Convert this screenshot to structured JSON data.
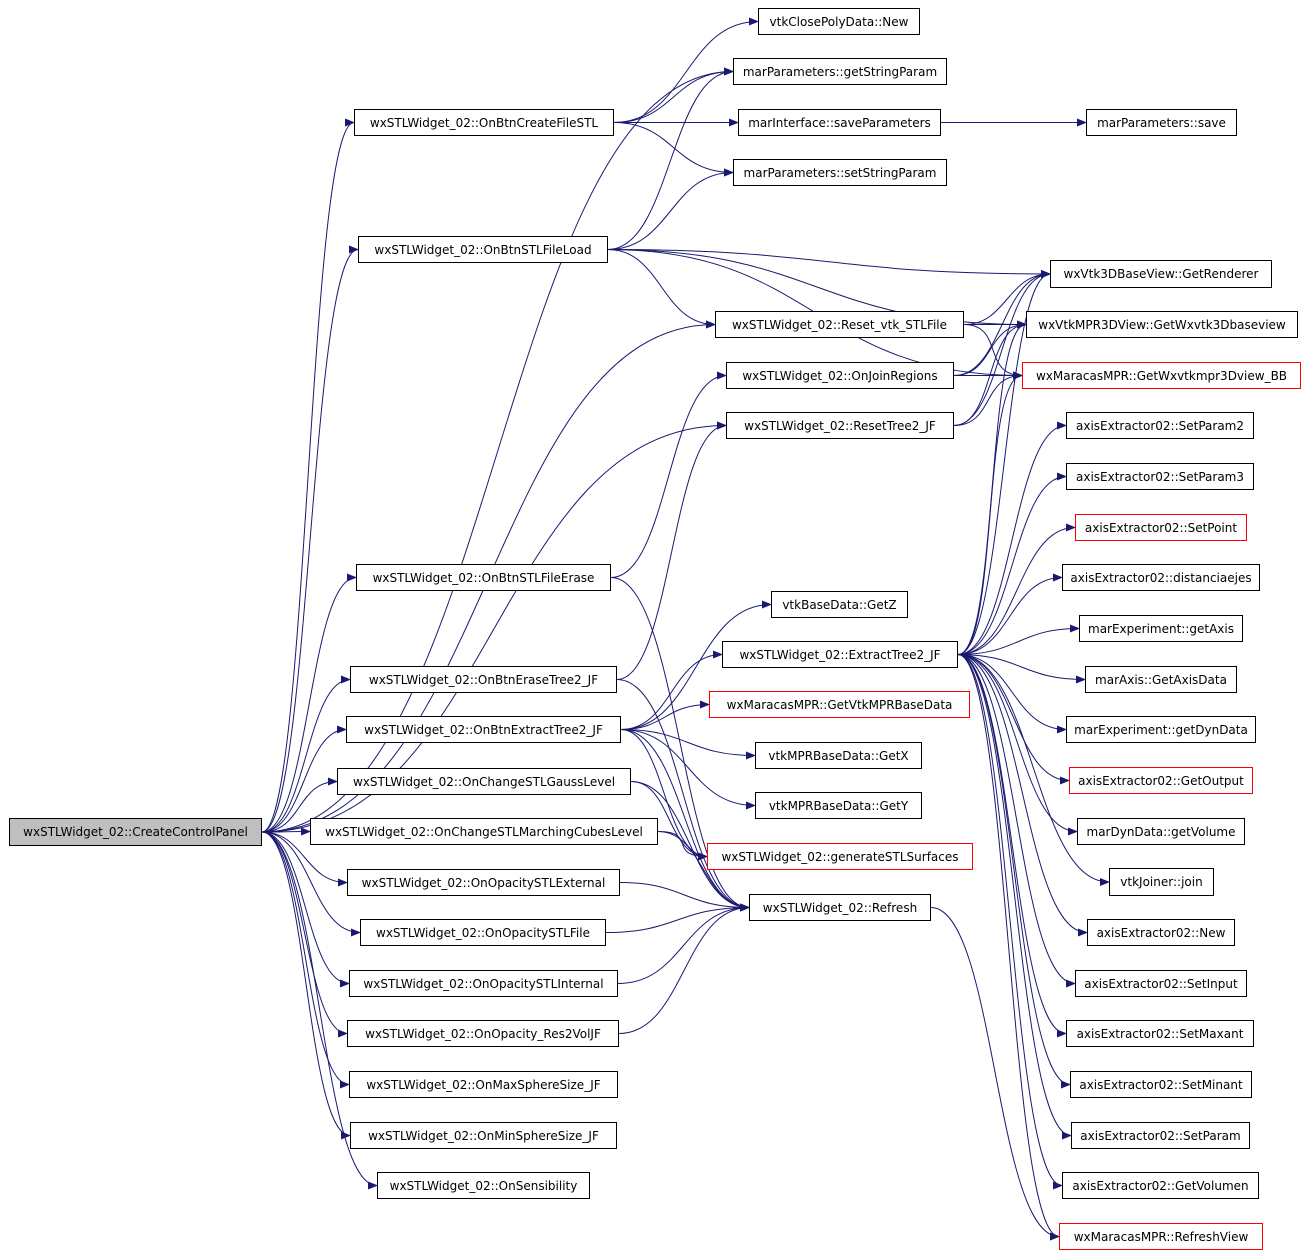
{
  "colors": {
    "edge": "#191970",
    "root_fill": "#bfbfbf",
    "truncated_border": "#ff0000",
    "node_border": "#000000"
  },
  "nodes": {
    "root": "wxSTLWidget_02::CreateControlPanel",
    "createfile": "wxSTLWidget_02::OnBtnCreateFileSTL",
    "stlload": "wxSTLWidget_02::OnBtnSTLFileLoad",
    "stlerase": "wxSTLWidget_02::OnBtnSTLFileErase",
    "erasetree": "wxSTLWidget_02::OnBtnEraseTree2_JF",
    "extracttreebtn": "wxSTLWidget_02::OnBtnExtractTree2_JF",
    "gausslevel": "wxSTLWidget_02::OnChangeSTLGaussLevel",
    "marchingcubes": "wxSTLWidget_02::OnChangeSTLMarchingCubesLevel",
    "opexternal": "wxSTLWidget_02::OnOpacitySTLExternal",
    "opfile": "wxSTLWidget_02::OnOpacitySTLFile",
    "opinternal": "wxSTLWidget_02::OnOpacitySTLInternal",
    "opres2vol": "wxSTLWidget_02::OnOpacity_Res2VolJF",
    "maxsphere": "wxSTLWidget_02::OnMaxSphereSize_JF",
    "minsphere": "wxSTLWidget_02::OnMinSphereSize_JF",
    "sensibility": "wxSTLWidget_02::OnSensibility",
    "closepoly": "vtkClosePolyData::New",
    "getstringparam": "marParameters::getStringParam",
    "saveparams": "marInterface::saveParameters",
    "setstringparam": "marParameters::setStringParam",
    "resetvtk": "wxSTLWidget_02::Reset_vtk_STLFile",
    "joinregions": "wxSTLWidget_02::OnJoinRegions",
    "resettree": "wxSTLWidget_02::ResetTree2_JF",
    "getz": "vtkBaseData::GetZ",
    "extracttree": "wxSTLWidget_02::ExtractTree2_JF",
    "getvtkmpr": "wxMaracasMPR::GetVtkMPRBaseData",
    "getx": "vtkMPRBaseData::GetX",
    "gety": "vtkMPRBaseData::GetY",
    "gensurfaces": "wxSTLWidget_02::generateSTLSurfaces",
    "refresh": "wxSTLWidget_02::Refresh",
    "paramsave": "marParameters::save",
    "getrenderer": "wxVtk3DBaseView::GetRenderer",
    "getwxvtk3d": "wxVtkMPR3DView::GetWxvtk3Dbaseview",
    "getwxvtkmpr": "wxMaracasMPR::GetWxvtkmpr3Dview_BB",
    "setparam2": "axisExtractor02::SetParam2",
    "setparam3": "axisExtractor02::SetParam3",
    "setpoint": "axisExtractor02::SetPoint",
    "distancia": "axisExtractor02::distanciaejes",
    "getaxis": "marExperiment::getAxis",
    "getaxisdata": "marAxis::GetAxisData",
    "getdyndata": "marExperiment::getDynData",
    "getoutput": "axisExtractor02::GetOutput",
    "getvolume": "marDynData::getVolume",
    "join": "vtkJoiner::join",
    "axnew": "axisExtractor02::New",
    "setinput": "axisExtractor02::SetInput",
    "setmaxant": "axisExtractor02::SetMaxant",
    "setminant": "axisExtractor02::SetMinant",
    "setparam": "axisExtractor02::SetParam",
    "getvolumen": "axisExtractor02::GetVolumen",
    "refreshview": "wxMaracasMPR::RefreshView"
  },
  "edges": [
    [
      "root",
      "createfile"
    ],
    [
      "root",
      "stlload"
    ],
    [
      "root",
      "stlerase"
    ],
    [
      "root",
      "erasetree"
    ],
    [
      "root",
      "extracttreebtn"
    ],
    [
      "root",
      "gausslevel"
    ],
    [
      "root",
      "marchingcubes"
    ],
    [
      "root",
      "opexternal"
    ],
    [
      "root",
      "opfile"
    ],
    [
      "root",
      "opinternal"
    ],
    [
      "root",
      "opres2vol"
    ],
    [
      "root",
      "maxsphere"
    ],
    [
      "root",
      "minsphere"
    ],
    [
      "root",
      "sensibility"
    ],
    [
      "root",
      "getstringparam"
    ],
    [
      "root",
      "resetvtk"
    ],
    [
      "root",
      "resettree"
    ],
    [
      "createfile",
      "closepoly"
    ],
    [
      "createfile",
      "getstringparam"
    ],
    [
      "createfile",
      "saveparams"
    ],
    [
      "createfile",
      "setstringparam"
    ],
    [
      "stlload",
      "getstringparam"
    ],
    [
      "stlload",
      "setstringparam"
    ],
    [
      "stlload",
      "resetvtk"
    ],
    [
      "stlload",
      "getrenderer"
    ],
    [
      "stlload",
      "getwxvtk3d"
    ],
    [
      "stlload",
      "getwxvtkmpr"
    ],
    [
      "saveparams",
      "paramsave"
    ],
    [
      "stlerase",
      "joinregions"
    ],
    [
      "stlerase",
      "refresh"
    ],
    [
      "erasetree",
      "resettree"
    ],
    [
      "erasetree",
      "refresh"
    ],
    [
      "extracttreebtn",
      "getz"
    ],
    [
      "extracttreebtn",
      "extracttree"
    ],
    [
      "extracttreebtn",
      "getvtkmpr"
    ],
    [
      "extracttreebtn",
      "getx"
    ],
    [
      "extracttreebtn",
      "gety"
    ],
    [
      "extracttreebtn",
      "gensurfaces"
    ],
    [
      "extracttreebtn",
      "refresh"
    ],
    [
      "gausslevel",
      "gensurfaces"
    ],
    [
      "gausslevel",
      "refresh"
    ],
    [
      "marchingcubes",
      "gensurfaces"
    ],
    [
      "marchingcubes",
      "refresh"
    ],
    [
      "opexternal",
      "refresh"
    ],
    [
      "opfile",
      "refresh"
    ],
    [
      "opinternal",
      "refresh"
    ],
    [
      "opres2vol",
      "refresh"
    ],
    [
      "resetvtk",
      "getrenderer"
    ],
    [
      "resetvtk",
      "getwxvtk3d"
    ],
    [
      "resetvtk",
      "getwxvtkmpr"
    ],
    [
      "joinregions",
      "getrenderer"
    ],
    [
      "joinregions",
      "getwxvtk3d"
    ],
    [
      "joinregions",
      "getwxvtkmpr"
    ],
    [
      "resettree",
      "getrenderer"
    ],
    [
      "resettree",
      "getwxvtk3d"
    ],
    [
      "resettree",
      "getwxvtkmpr"
    ],
    [
      "extracttree",
      "getrenderer"
    ],
    [
      "extracttree",
      "getwxvtk3d"
    ],
    [
      "extracttree",
      "getwxvtkmpr"
    ],
    [
      "extracttree",
      "setparam2"
    ],
    [
      "extracttree",
      "setparam3"
    ],
    [
      "extracttree",
      "setpoint"
    ],
    [
      "extracttree",
      "distancia"
    ],
    [
      "extracttree",
      "getaxis"
    ],
    [
      "extracttree",
      "getaxisdata"
    ],
    [
      "extracttree",
      "getdyndata"
    ],
    [
      "extracttree",
      "getoutput"
    ],
    [
      "extracttree",
      "getvolume"
    ],
    [
      "extracttree",
      "join"
    ],
    [
      "extracttree",
      "axnew"
    ],
    [
      "extracttree",
      "setinput"
    ],
    [
      "extracttree",
      "setmaxant"
    ],
    [
      "extracttree",
      "setminant"
    ],
    [
      "extracttree",
      "setparam"
    ],
    [
      "extracttree",
      "getvolumen"
    ],
    [
      "extracttree",
      "refreshview"
    ],
    [
      "refresh",
      "refreshview"
    ]
  ]
}
